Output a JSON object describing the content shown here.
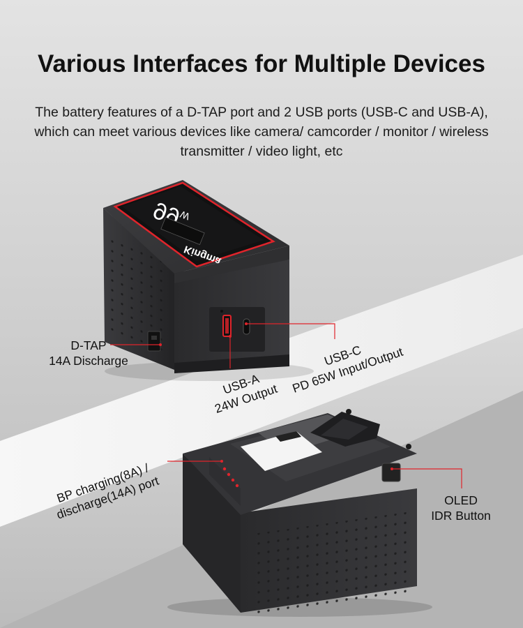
{
  "header": {
    "title": "Various Interfaces for Multiple Devices",
    "description": "The battery features of a D-TAP port and 2 USB ports (USB-C and USB-A), which can meet various devices like camera/ camcorder / monitor / wireless transmitter / video light, etc"
  },
  "product": {
    "brand": "Kingma",
    "capacity_label": "99",
    "capacity_unit": "W"
  },
  "callouts": {
    "dtap": {
      "line1": "D-TAP",
      "line2": "14A Discharge"
    },
    "usb_a": {
      "line1": "USB-A",
      "line2": "24W Output"
    },
    "usb_c": {
      "line1": "USB-C",
      "line2": "PD 65W Input/Output"
    },
    "bp": {
      "line1": "BP charging(8A) /",
      "line2": "discharge(14A) port"
    },
    "oled": {
      "line1": "OLED",
      "line2": "IDR Button"
    }
  },
  "colors": {
    "accent": "#e0242b",
    "battery_body": "#2b2b2d",
    "background": "#c9c9c9",
    "ledge": "#f2f2f2"
  }
}
